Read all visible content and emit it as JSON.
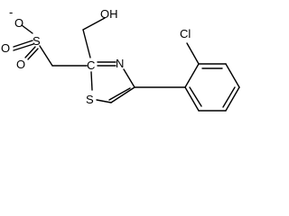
{
  "molecule": {
    "atoms": {
      "oxygen_minus": "-",
      "oxygen_left": "O",
      "sulfur_sulfonyl": "S",
      "oxygen_bottom": "O",
      "hydroxyl": "OH",
      "carbon_c2": "C",
      "nitrogen": "N",
      "sulfur_ring": "S",
      "chlorine": "Cl"
    },
    "colors": {
      "ink": "#000000",
      "background": "#ffffff"
    }
  }
}
